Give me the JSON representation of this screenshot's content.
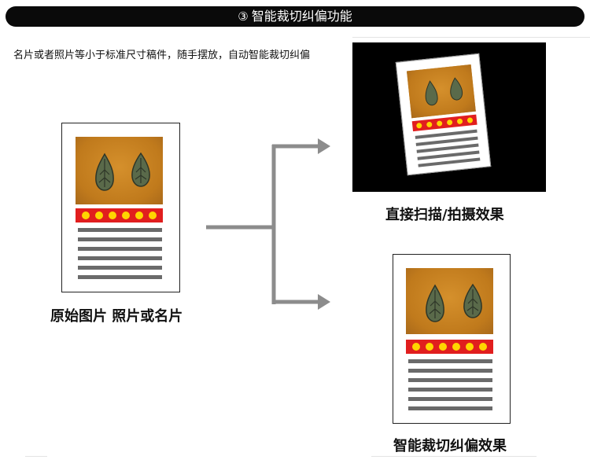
{
  "header": {
    "number": "③",
    "title": "智能裁切纠偏功能"
  },
  "subtitle": "名片或者照片等小于标准尺寸稿件，随手摆放，自动智能裁切纠偏",
  "captions": {
    "original": "原始图片 照片或名片",
    "scan_effect": "直接扫描/拍摄效果",
    "smart_crop_effect": "智能裁切纠偏效果"
  },
  "colors": {
    "title_bar": "#0a0a0a",
    "photo": "#c47f1f",
    "band": "#e11e1e",
    "dot": "#ffd500",
    "text_line": "#6a6a6a",
    "arrow": "#8c8c8c"
  }
}
